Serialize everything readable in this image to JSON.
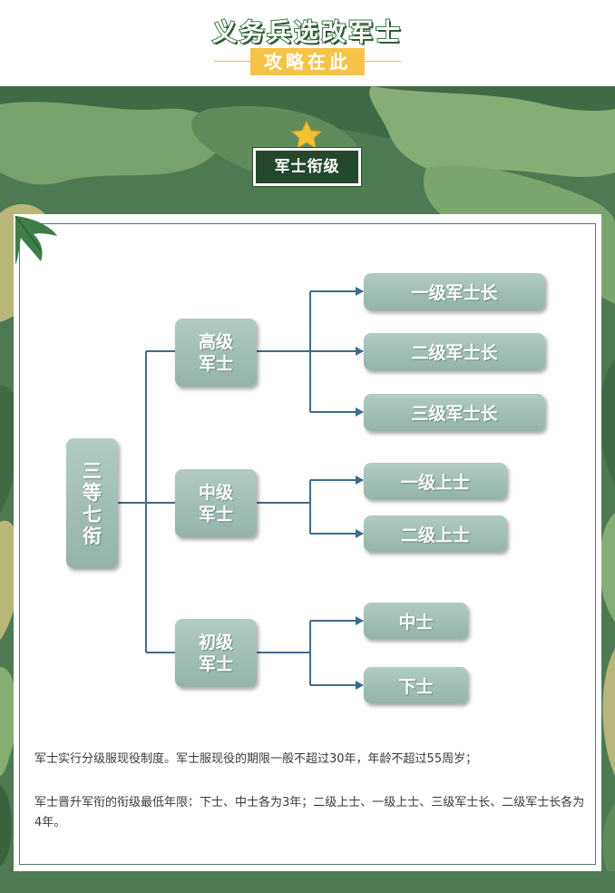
{
  "header": {
    "title": "义务兵选改军士",
    "subtitle": "攻略在此"
  },
  "section": {
    "label": "军士衔级"
  },
  "diagram": {
    "root": "三等七衔",
    "groups": [
      {
        "label": "高级军士",
        "children": [
          "一级军士长",
          "二级军士长",
          "三级军士长"
        ]
      },
      {
        "label": "中级军士",
        "children": [
          "一级上士",
          "二级上士"
        ]
      },
      {
        "label": "初级军士",
        "children": [
          "中士",
          "下士"
        ]
      }
    ]
  },
  "notes": [
    "军士实行分级服现役制度。军士服现役的期限一般不超过30年，年龄不超过55周岁；",
    "军士晋升军衔的衔级最低年限：下士、中士各为3年；二级上士、一级上士、三级军士长、二级军士长各为4年。"
  ],
  "colors": {
    "camo_dark": "#3f6a45",
    "camo_mid": "#679461",
    "camo_light": "#8fb07a",
    "camo_sand": "#b9b67c",
    "node_fill": "#a5c0b8",
    "connector": "#3d6b8f",
    "label_bg": "#25472d",
    "subtitle_bg": "#f6c348"
  }
}
